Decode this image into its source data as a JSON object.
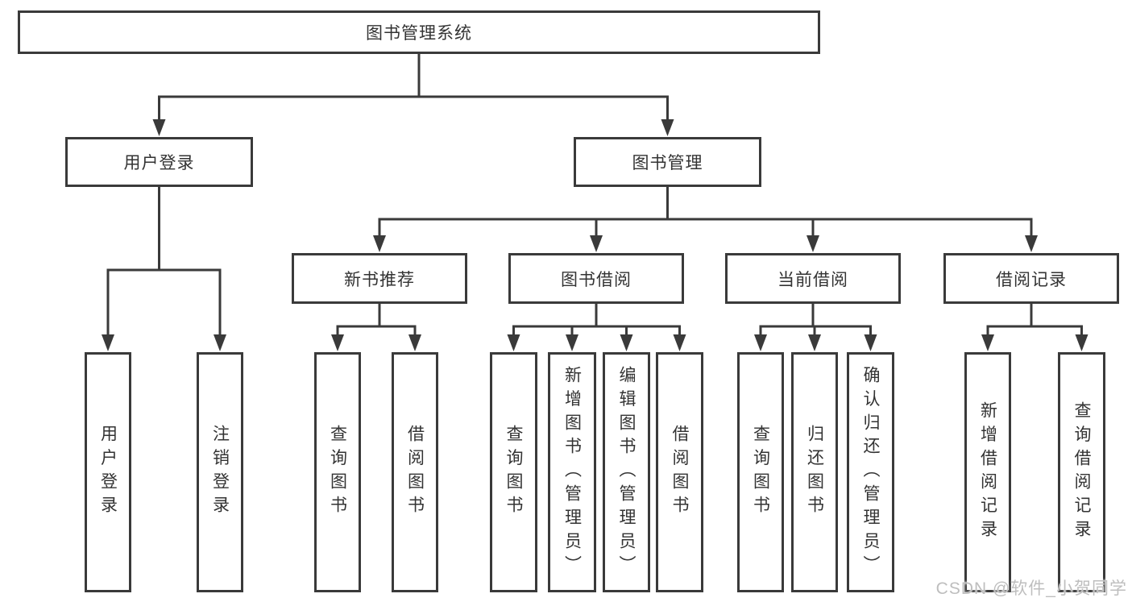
{
  "diagram_title": "图书管理系统",
  "watermark": "CSDN @软件_小贺同学",
  "colors": {
    "line": "#3a3a3a",
    "box_border": "#3a3a3a",
    "text": "#333333",
    "background": "#ffffff",
    "watermark": "#bababa"
  },
  "nodes": [
    {
      "id": "root",
      "label": "图书管理系统",
      "parent": null,
      "orientation": "horizontal"
    },
    {
      "id": "user-login",
      "label": "用户登录",
      "parent": "root",
      "orientation": "horizontal"
    },
    {
      "id": "book-management",
      "label": "图书管理",
      "parent": "root",
      "orientation": "horizontal"
    },
    {
      "id": "login",
      "label": "用户登录",
      "parent": "user-login",
      "orientation": "vertical"
    },
    {
      "id": "logout",
      "label": "注销登录",
      "parent": "user-login",
      "orientation": "vertical"
    },
    {
      "id": "new-book-recommend",
      "label": "新书推荐",
      "parent": "book-management",
      "orientation": "horizontal"
    },
    {
      "id": "book-borrow",
      "label": "图书借阅",
      "parent": "book-management",
      "orientation": "horizontal"
    },
    {
      "id": "current-borrow",
      "label": "当前借阅",
      "parent": "book-management",
      "orientation": "horizontal"
    },
    {
      "id": "borrow-records",
      "label": "借阅记录",
      "parent": "book-management",
      "orientation": "horizontal"
    },
    {
      "id": "recommend-query-books",
      "label": "查询图书",
      "parent": "new-book-recommend",
      "orientation": "vertical"
    },
    {
      "id": "recommend-borrow-books",
      "label": "借阅图书",
      "parent": "new-book-recommend",
      "orientation": "vertical"
    },
    {
      "id": "borrow-query-books",
      "label": "查询图书",
      "parent": "book-borrow",
      "orientation": "vertical"
    },
    {
      "id": "add-books-admin",
      "label": "新增图书（管理员）",
      "parent": "book-borrow",
      "orientation": "vertical"
    },
    {
      "id": "edit-books-admin",
      "label": "编辑图书（管理员）",
      "parent": "book-borrow",
      "orientation": "vertical"
    },
    {
      "id": "borrow-books",
      "label": "借阅图书",
      "parent": "book-borrow",
      "orientation": "vertical"
    },
    {
      "id": "current-query-books",
      "label": "查询图书",
      "parent": "current-borrow",
      "orientation": "vertical"
    },
    {
      "id": "return-books",
      "label": "归还图书",
      "parent": "current-borrow",
      "orientation": "vertical"
    },
    {
      "id": "confirm-return-admin",
      "label": "确认归还（管理员）",
      "parent": "current-borrow",
      "orientation": "vertical"
    },
    {
      "id": "add-borrow-record",
      "label": "新增借阅记录",
      "parent": "borrow-records",
      "orientation": "vertical"
    },
    {
      "id": "query-borrow-record",
      "label": "查询借阅记录",
      "parent": "borrow-records",
      "orientation": "vertical"
    }
  ]
}
